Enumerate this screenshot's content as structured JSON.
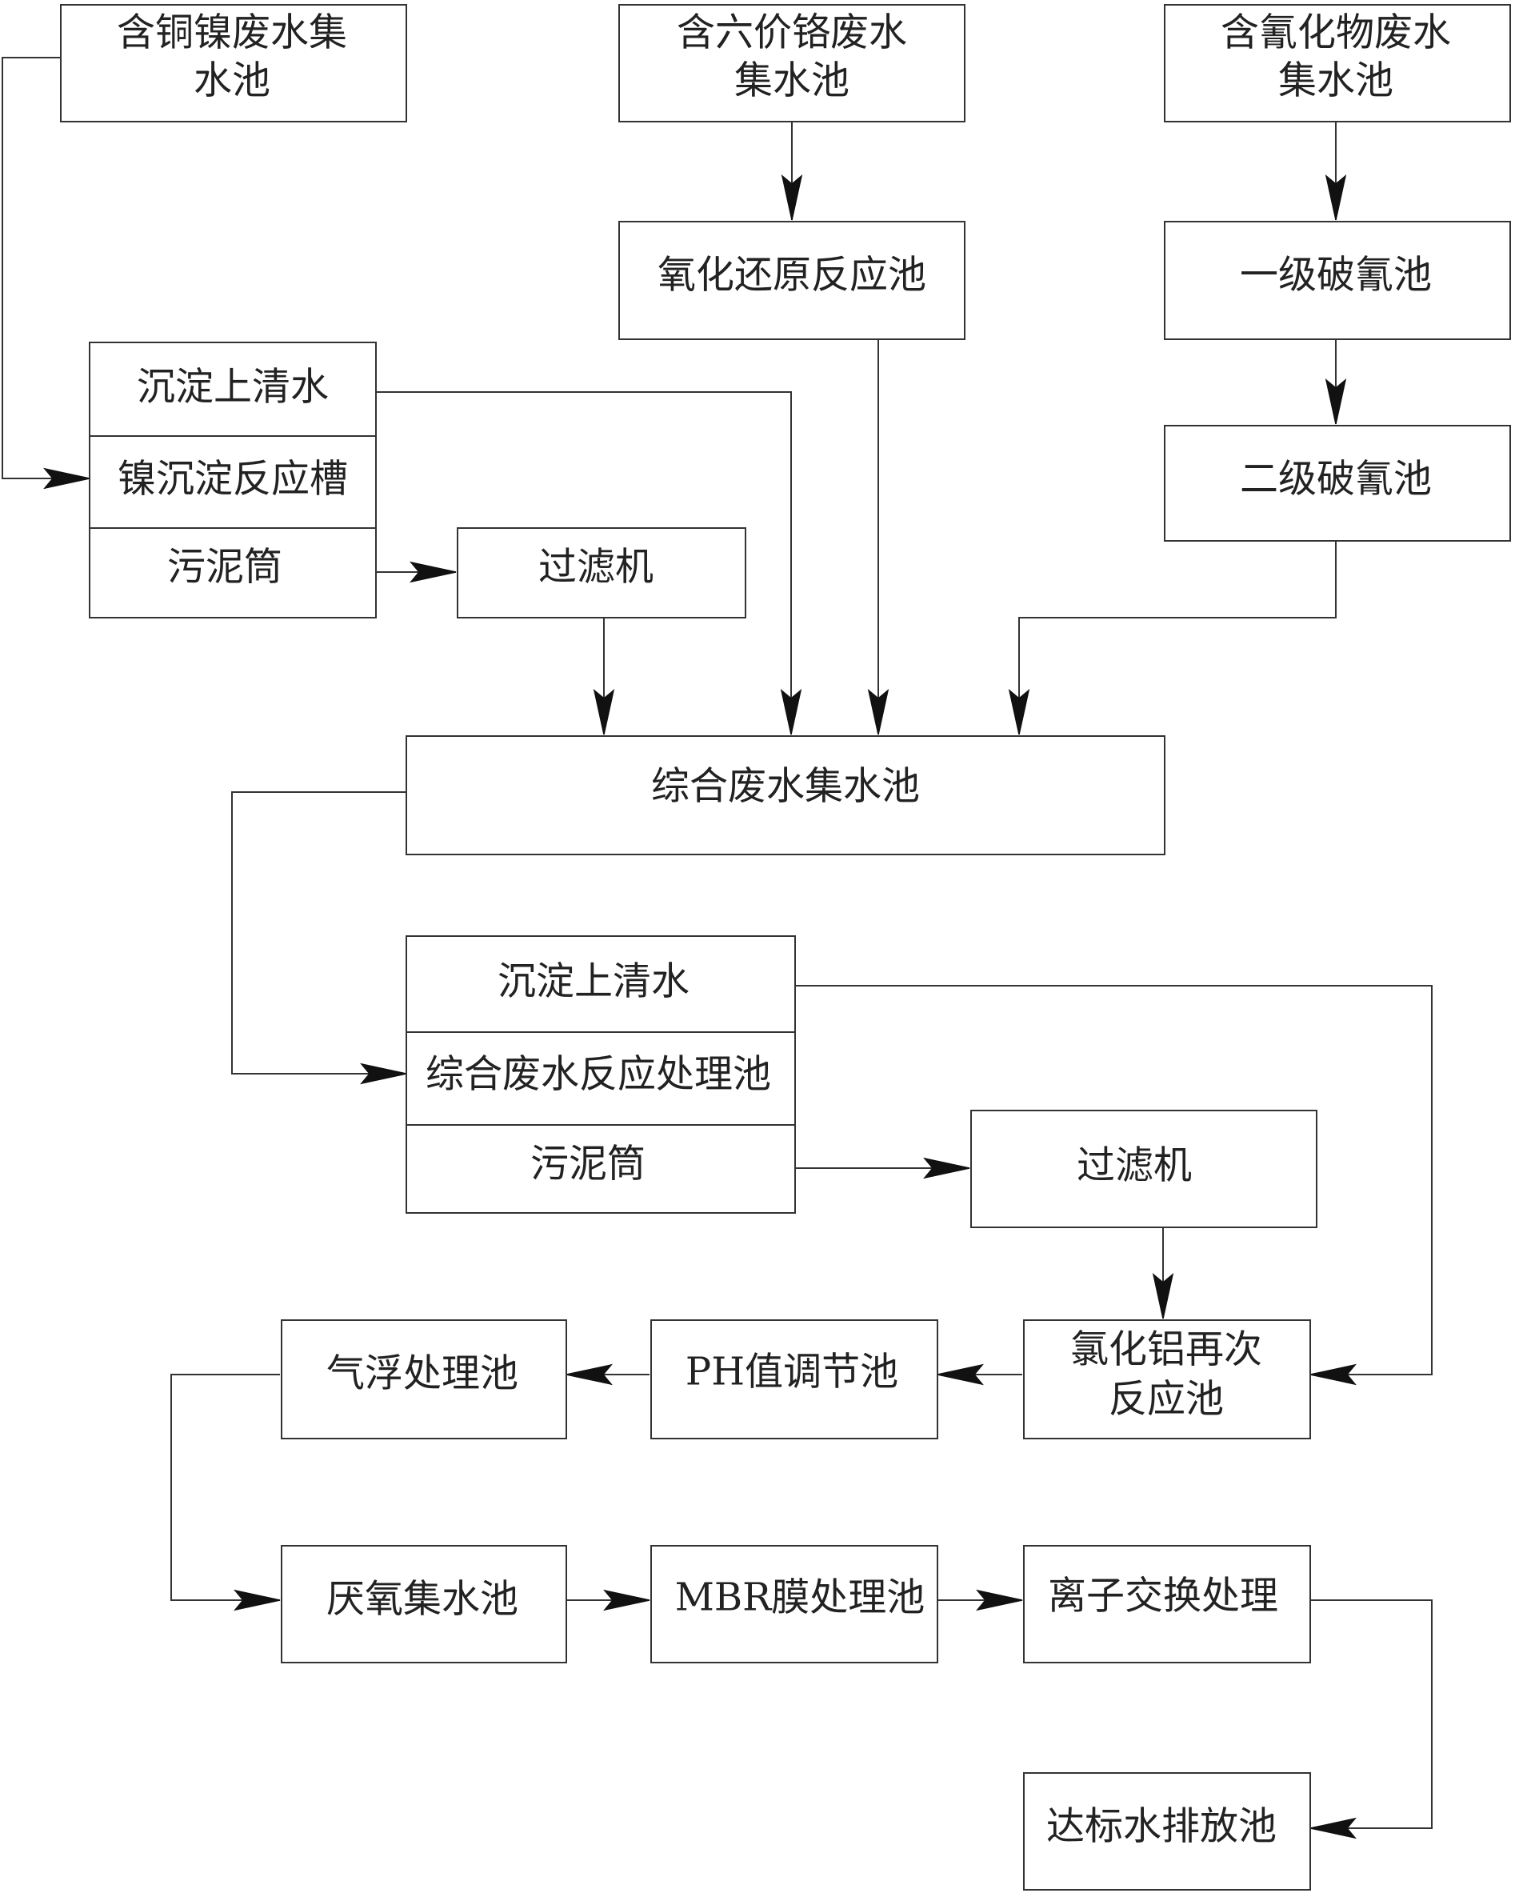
{
  "nodes": {
    "cu_ni_tank_line1": "含铜镍废水集",
    "cu_ni_tank_line2": "水池",
    "cr6_tank_line1": "含六价铬废水",
    "cr6_tank_line2": "集水池",
    "cyanide_tank_line1": "含氰化物废水",
    "cyanide_tank_line2": "集水池",
    "redox_tank": "氧化还原反应池",
    "cyanide_break_1": "一级破氰池",
    "cyanide_break_2": "二级破氰池",
    "ni_group": {
      "supernatant": "沉淀上清水",
      "reactor": "镍沉淀反应槽",
      "sludge": "污泥筒"
    },
    "filter_1": "过滤机",
    "combined_tank": "综合废水集水池",
    "combined_group": {
      "supernatant": "沉淀上清水",
      "reactor": "综合废水反应处理池",
      "sludge": "污泥筒"
    },
    "filter_2": "过滤机",
    "alcl3_reactor_line1": "氯化铝再次",
    "alcl3_reactor_line2": "反应池",
    "ph_tank": "PH值调节池",
    "flotation_tank": "气浮处理池",
    "anaerobic_tank": "厌氧集水池",
    "mbr_tank": "MBR膜处理池",
    "ion_exchange": "离子交换处理",
    "discharge_tank": "达标水排放池"
  }
}
